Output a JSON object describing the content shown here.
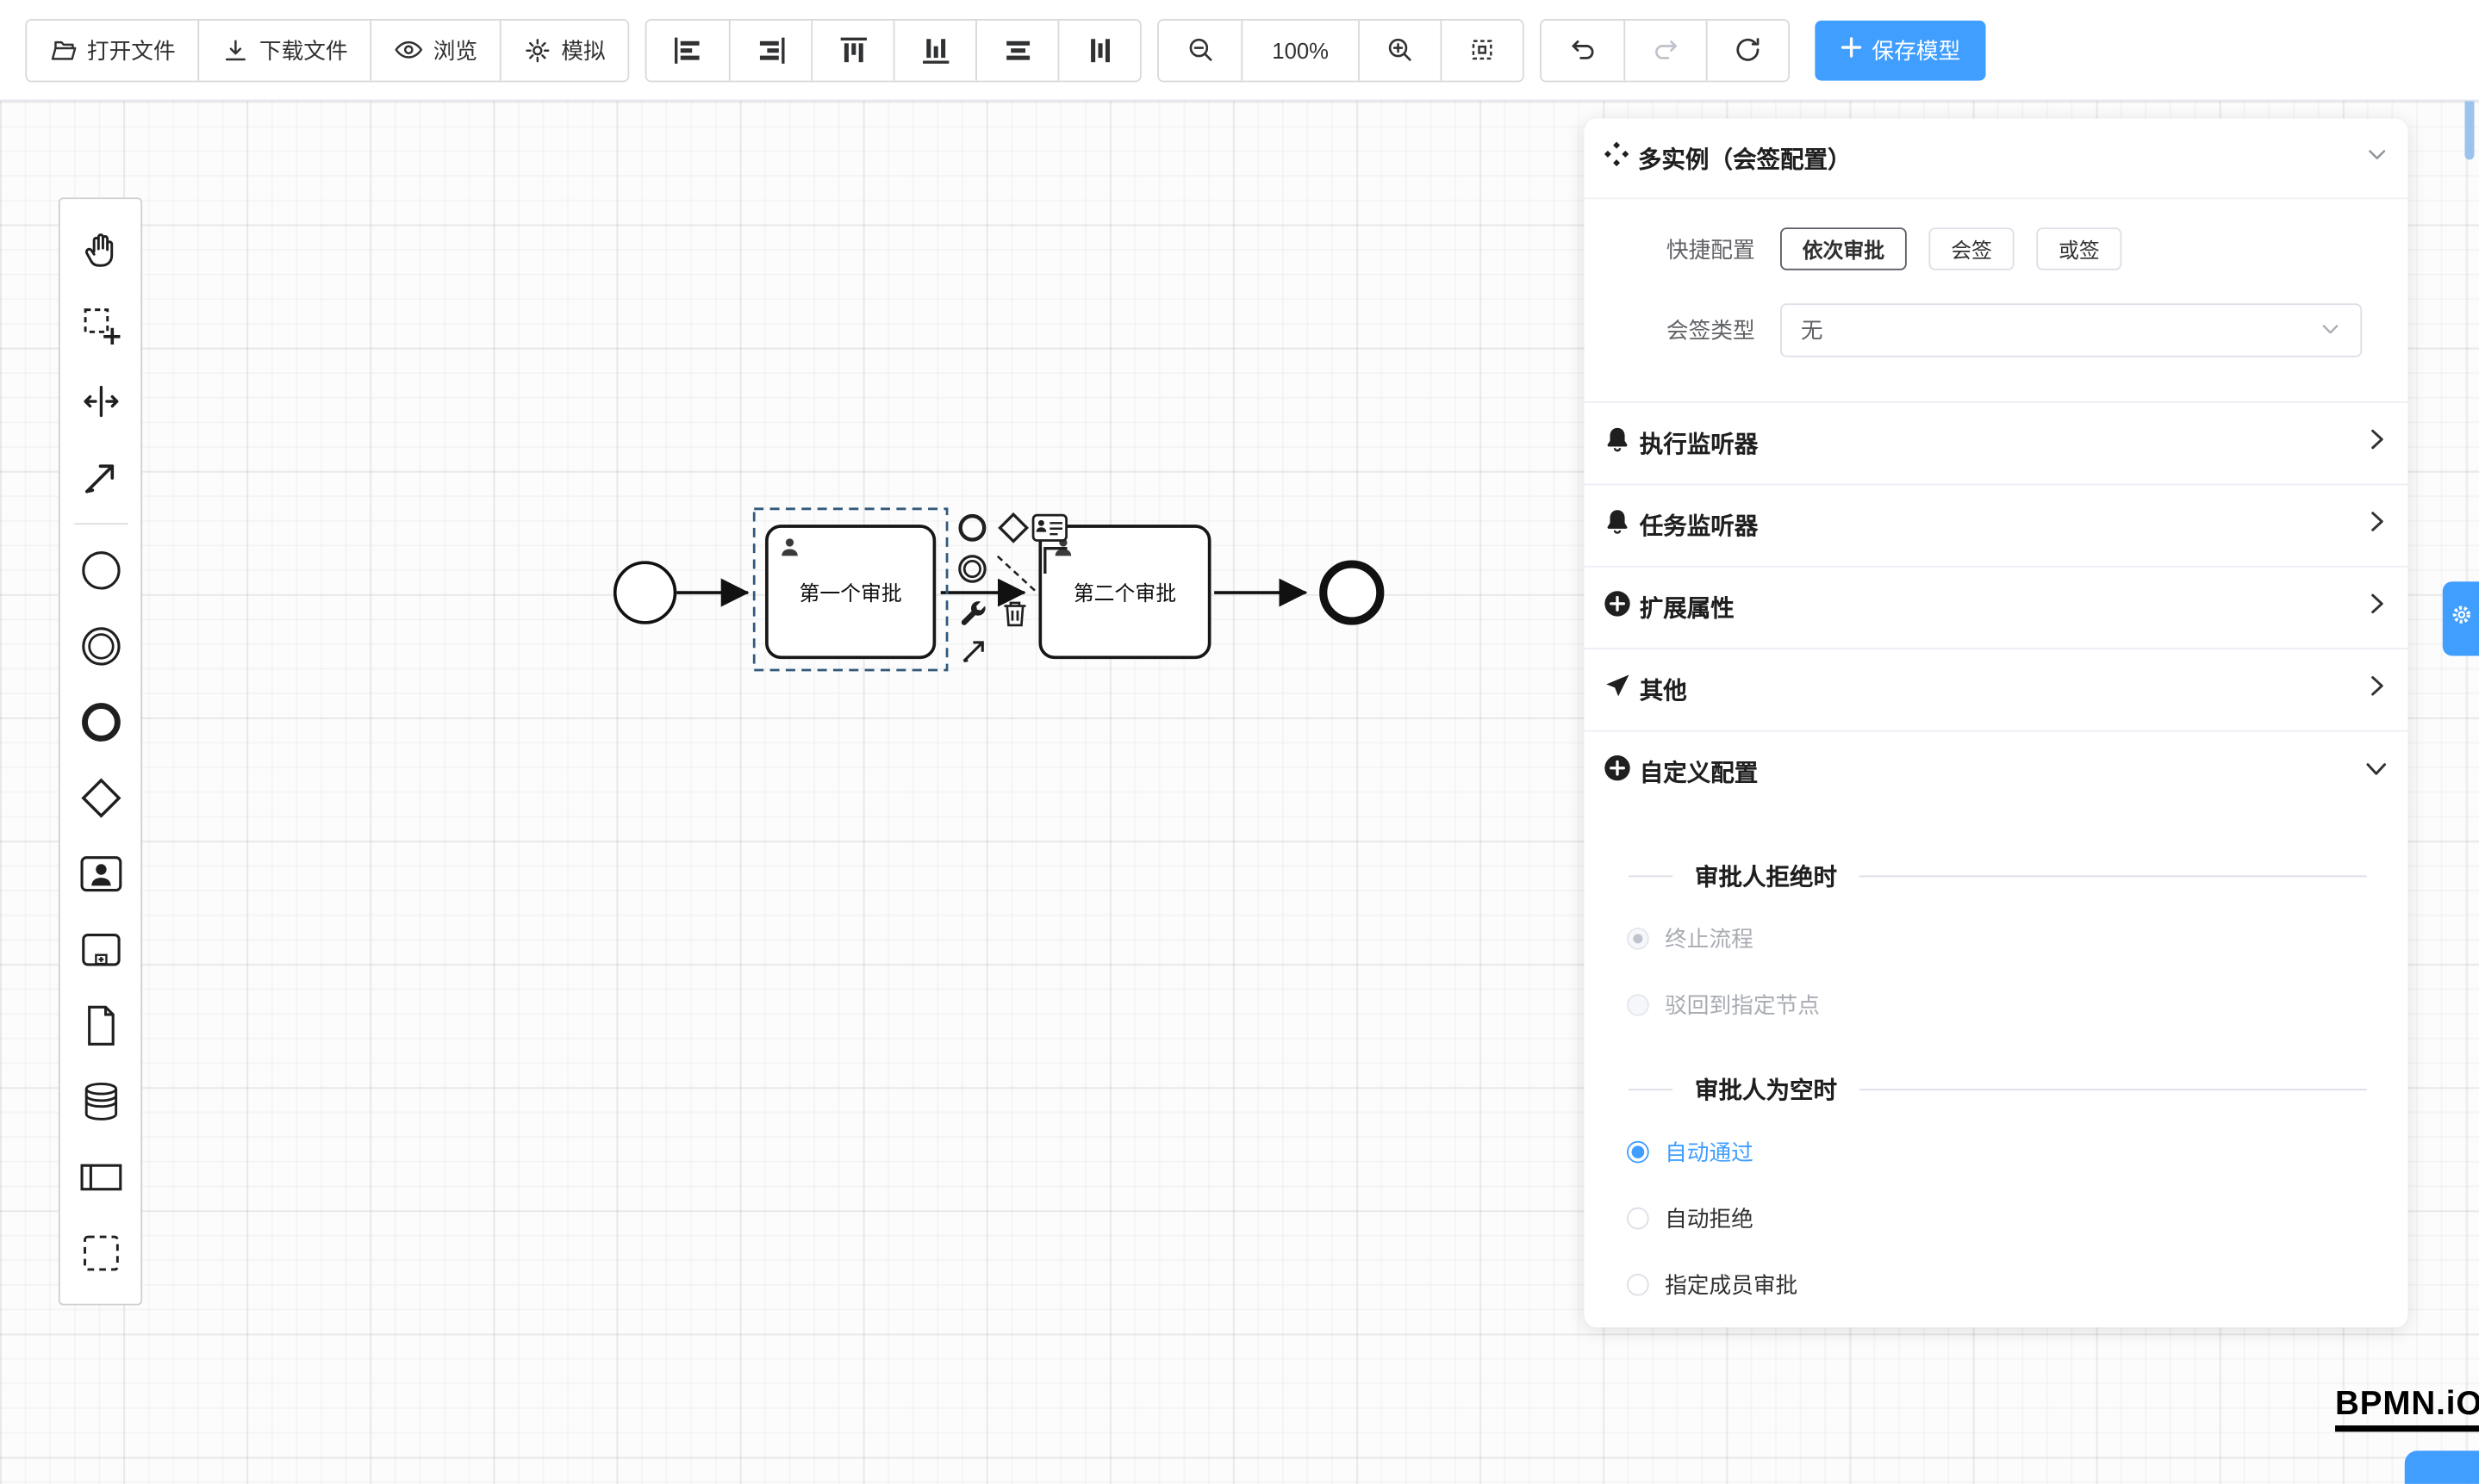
{
  "colors": {
    "accent": "#409eff",
    "toolbar_border": "#d9d9d9",
    "shape_stroke": "#000000",
    "selection_stroke": "#33597a",
    "disabled_text": "#a8abb2"
  },
  "toolbar": {
    "open_label": "打开文件",
    "download_label": "下载文件",
    "preview_label": "浏览",
    "simulate_label": "模拟",
    "zoom_level": "100%",
    "save_label": "保存模型",
    "icons": [
      "folder-open",
      "download",
      "eye",
      "gear",
      "align-left",
      "align-right",
      "align-top",
      "align-bottom",
      "distribute-horizontal",
      "distribute-vertical",
      "zoom-out",
      "zoom-in",
      "fit-viewport",
      "undo",
      "redo",
      "refresh",
      "plus"
    ]
  },
  "palette": {
    "icons": [
      "hand-tool",
      "lasso-tool",
      "space-tool",
      "global-connect-tool",
      "start-event",
      "intermediate-event",
      "end-event",
      "gateway",
      "user-task",
      "subprocess",
      "file",
      "data-store",
      "participant",
      "group"
    ]
  },
  "diagram": {
    "task1_label": "第一个审批",
    "task2_label": "第二个审批",
    "context_pad_icons": [
      "end-event",
      "gateway",
      "user-task",
      "intermediate-event",
      "text-annotation",
      "wrench",
      "trash",
      "connect-arrow"
    ]
  },
  "panel": {
    "title": "多实例（会签配置）",
    "quick_config_label": "快捷配置",
    "quick_options": [
      {
        "label": "依次审批",
        "active": true
      },
      {
        "label": "会签",
        "active": false
      },
      {
        "label": "或签",
        "active": false
      }
    ],
    "sign_type_label": "会签类型",
    "sign_type_value": "无",
    "sections": [
      {
        "label": "执行监听器",
        "icon": "bell-icon",
        "expanded": false
      },
      {
        "label": "任务监听器",
        "icon": "bell-icon",
        "expanded": false
      },
      {
        "label": "扩展属性",
        "icon": "plus-circle-icon",
        "expanded": false
      },
      {
        "label": "其他",
        "icon": "send-icon",
        "expanded": false
      },
      {
        "label": "自定义配置",
        "icon": "plus-circle-icon",
        "expanded": true
      }
    ],
    "reject_section": {
      "title": "审批人拒绝时",
      "options": [
        {
          "label": "终止流程",
          "selected": true,
          "disabled": true
        },
        {
          "label": "驳回到指定节点",
          "selected": false,
          "disabled": true
        }
      ]
    },
    "empty_section": {
      "title": "审批人为空时",
      "options": [
        {
          "label": "自动通过",
          "selected": true,
          "disabled": false
        },
        {
          "label": "自动拒绝",
          "selected": false,
          "disabled": false
        },
        {
          "label": "指定成员审批",
          "selected": false,
          "disabled": false
        }
      ]
    }
  },
  "watermark": "BPMN.iO"
}
